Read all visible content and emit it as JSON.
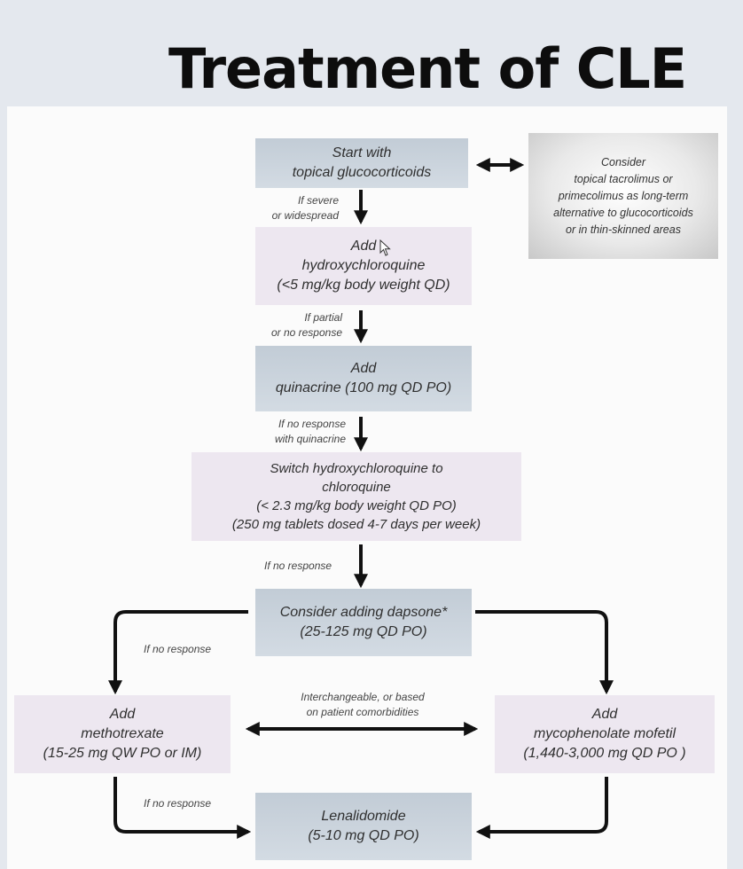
{
  "title": "Treatment of CLE",
  "nodes": {
    "start": {
      "lines": [
        "Start with",
        "topical glucocorticoids"
      ]
    },
    "side": {
      "lines": [
        "Consider",
        "topical tacrolimus or",
        "primecolimus as long-term",
        "alternative to glucocorticoids",
        "or in thin-skinned areas"
      ]
    },
    "hcq": {
      "lines": [
        "Add",
        "hydroxychloroquine",
        "(<5 mg/kg body weight QD)"
      ]
    },
    "quinacrine": {
      "lines": [
        "Add",
        "quinacrine (100 mg QD PO)"
      ]
    },
    "chloroquine": {
      "lines": [
        "Switch hydroxychloroquine to",
        "chloroquine",
        "(< 2.3 mg/kg body weight QD PO)",
        "(250 mg tablets dosed 4-7 days per week)"
      ]
    },
    "dapsone": {
      "lines": [
        "Consider adding dapsone*",
        "(25-125 mg QD PO)"
      ]
    },
    "methotrexate": {
      "lines": [
        "Add",
        "methotrexate",
        "(15-25 mg QW PO or IM)"
      ]
    },
    "mmf": {
      "lines": [
        "Add",
        "mycophenolate mofetil",
        "(1,440-3,000 mg QD PO )"
      ]
    },
    "lenalidomide": {
      "lines": [
        "Lenalidomide",
        "(5-10 mg QD PO)"
      ]
    }
  },
  "conditions": {
    "severe": [
      "If severe",
      "or widespread"
    ],
    "partial": [
      "If partial",
      "or no response"
    ],
    "no_quinacrine": [
      "If no response",
      "with quinacrine"
    ],
    "no_response_1": [
      "If no response"
    ],
    "no_response_left": [
      "If  no response"
    ],
    "interchangeable": [
      "Interchangeable,  or based",
      "on patient comorbidities"
    ],
    "no_response_bottom": [
      "If  no response"
    ]
  },
  "colors": {
    "gray_box": "#c8d1da",
    "pink_box": "#ede7f0",
    "arrow": "#111111",
    "panel": "#fbfbfb",
    "background": "#e4e8ee"
  }
}
